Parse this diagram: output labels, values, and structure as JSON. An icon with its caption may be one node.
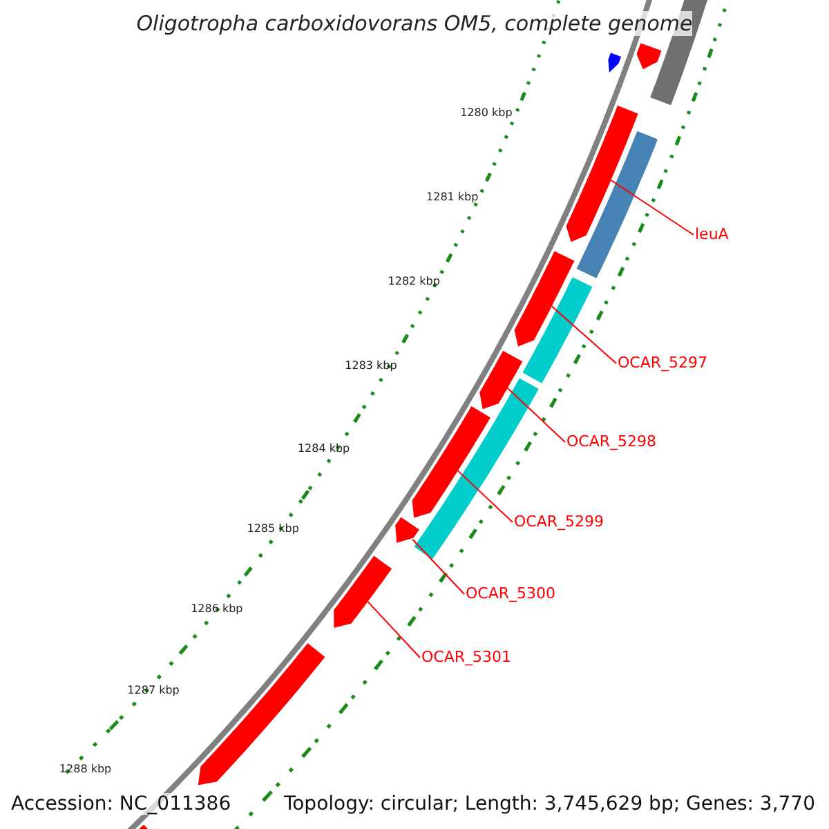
{
  "diagram": {
    "title": "Oligotropha carboxidovorans OM5, complete genome",
    "nodes": [
      {
        "text": [
          "leuA"
        ]
      },
      {
        "text": [
          "OCAR_5297"
        ]
      },
      {
        "text": [
          "OCAR_5298"
        ]
      },
      {
        "text": [
          "OCAR_5299"
        ]
      },
      {
        "text": [
          "OCAR_5300"
        ]
      },
      {
        "text": [
          "OCAR_5301"
        ]
      },
      {
        "text": [],
        "shape": "bar"
      },
      {
        "text": [],
        "shape": "bar"
      },
      {
        "text": [],
        "shape": "bar"
      },
      {
        "text": [],
        "shape": "bar"
      },
      {
        "text": [],
        "shape": "bar"
      },
      {
        "text": [],
        "shape": "bar"
      },
      {
        "text": [],
        "shape": "bar"
      },
      {
        "text": [],
        "shape": "bar"
      },
      {
        "text": [],
        "shape": "bar"
      },
      {
        "text": [],
        "shape": "bar"
      },
      {
        "text": [],
        "shape": "bar"
      },
      {
        "text": [],
        "shape": "bar"
      },
      {
        "text": [],
        "shape": "bar"
      },
      {
        "text": [],
        "shape": "bar"
      }
    ],
    "edges": [
      {
        "from": 0,
        "to": 6,
        "arrow": "none"
      },
      {
        "from": 1,
        "to": 7,
        "arrow": "none"
      },
      {
        "from": 2,
        "to": 8,
        "arrow": "none"
      },
      {
        "from": 3,
        "to": 9,
        "arrow": "none"
      },
      {
        "from": 4,
        "to": 10,
        "arrow": "none"
      },
      {
        "from": 5,
        "to": 11,
        "arrow": "none"
      }
    ],
    "labels": [
      "1280 kbp",
      "1281 kbp",
      "1282 kbp",
      "1283 kbp",
      "1284 kbp",
      "1285 kbp",
      "1286 kbp",
      "1287 kbp",
      "1288 kbp",
      "Accession: NC_011386",
      "Topology: circular; Length: 3,745,629 bp; Genes: 3,770"
    ]
  }
}
